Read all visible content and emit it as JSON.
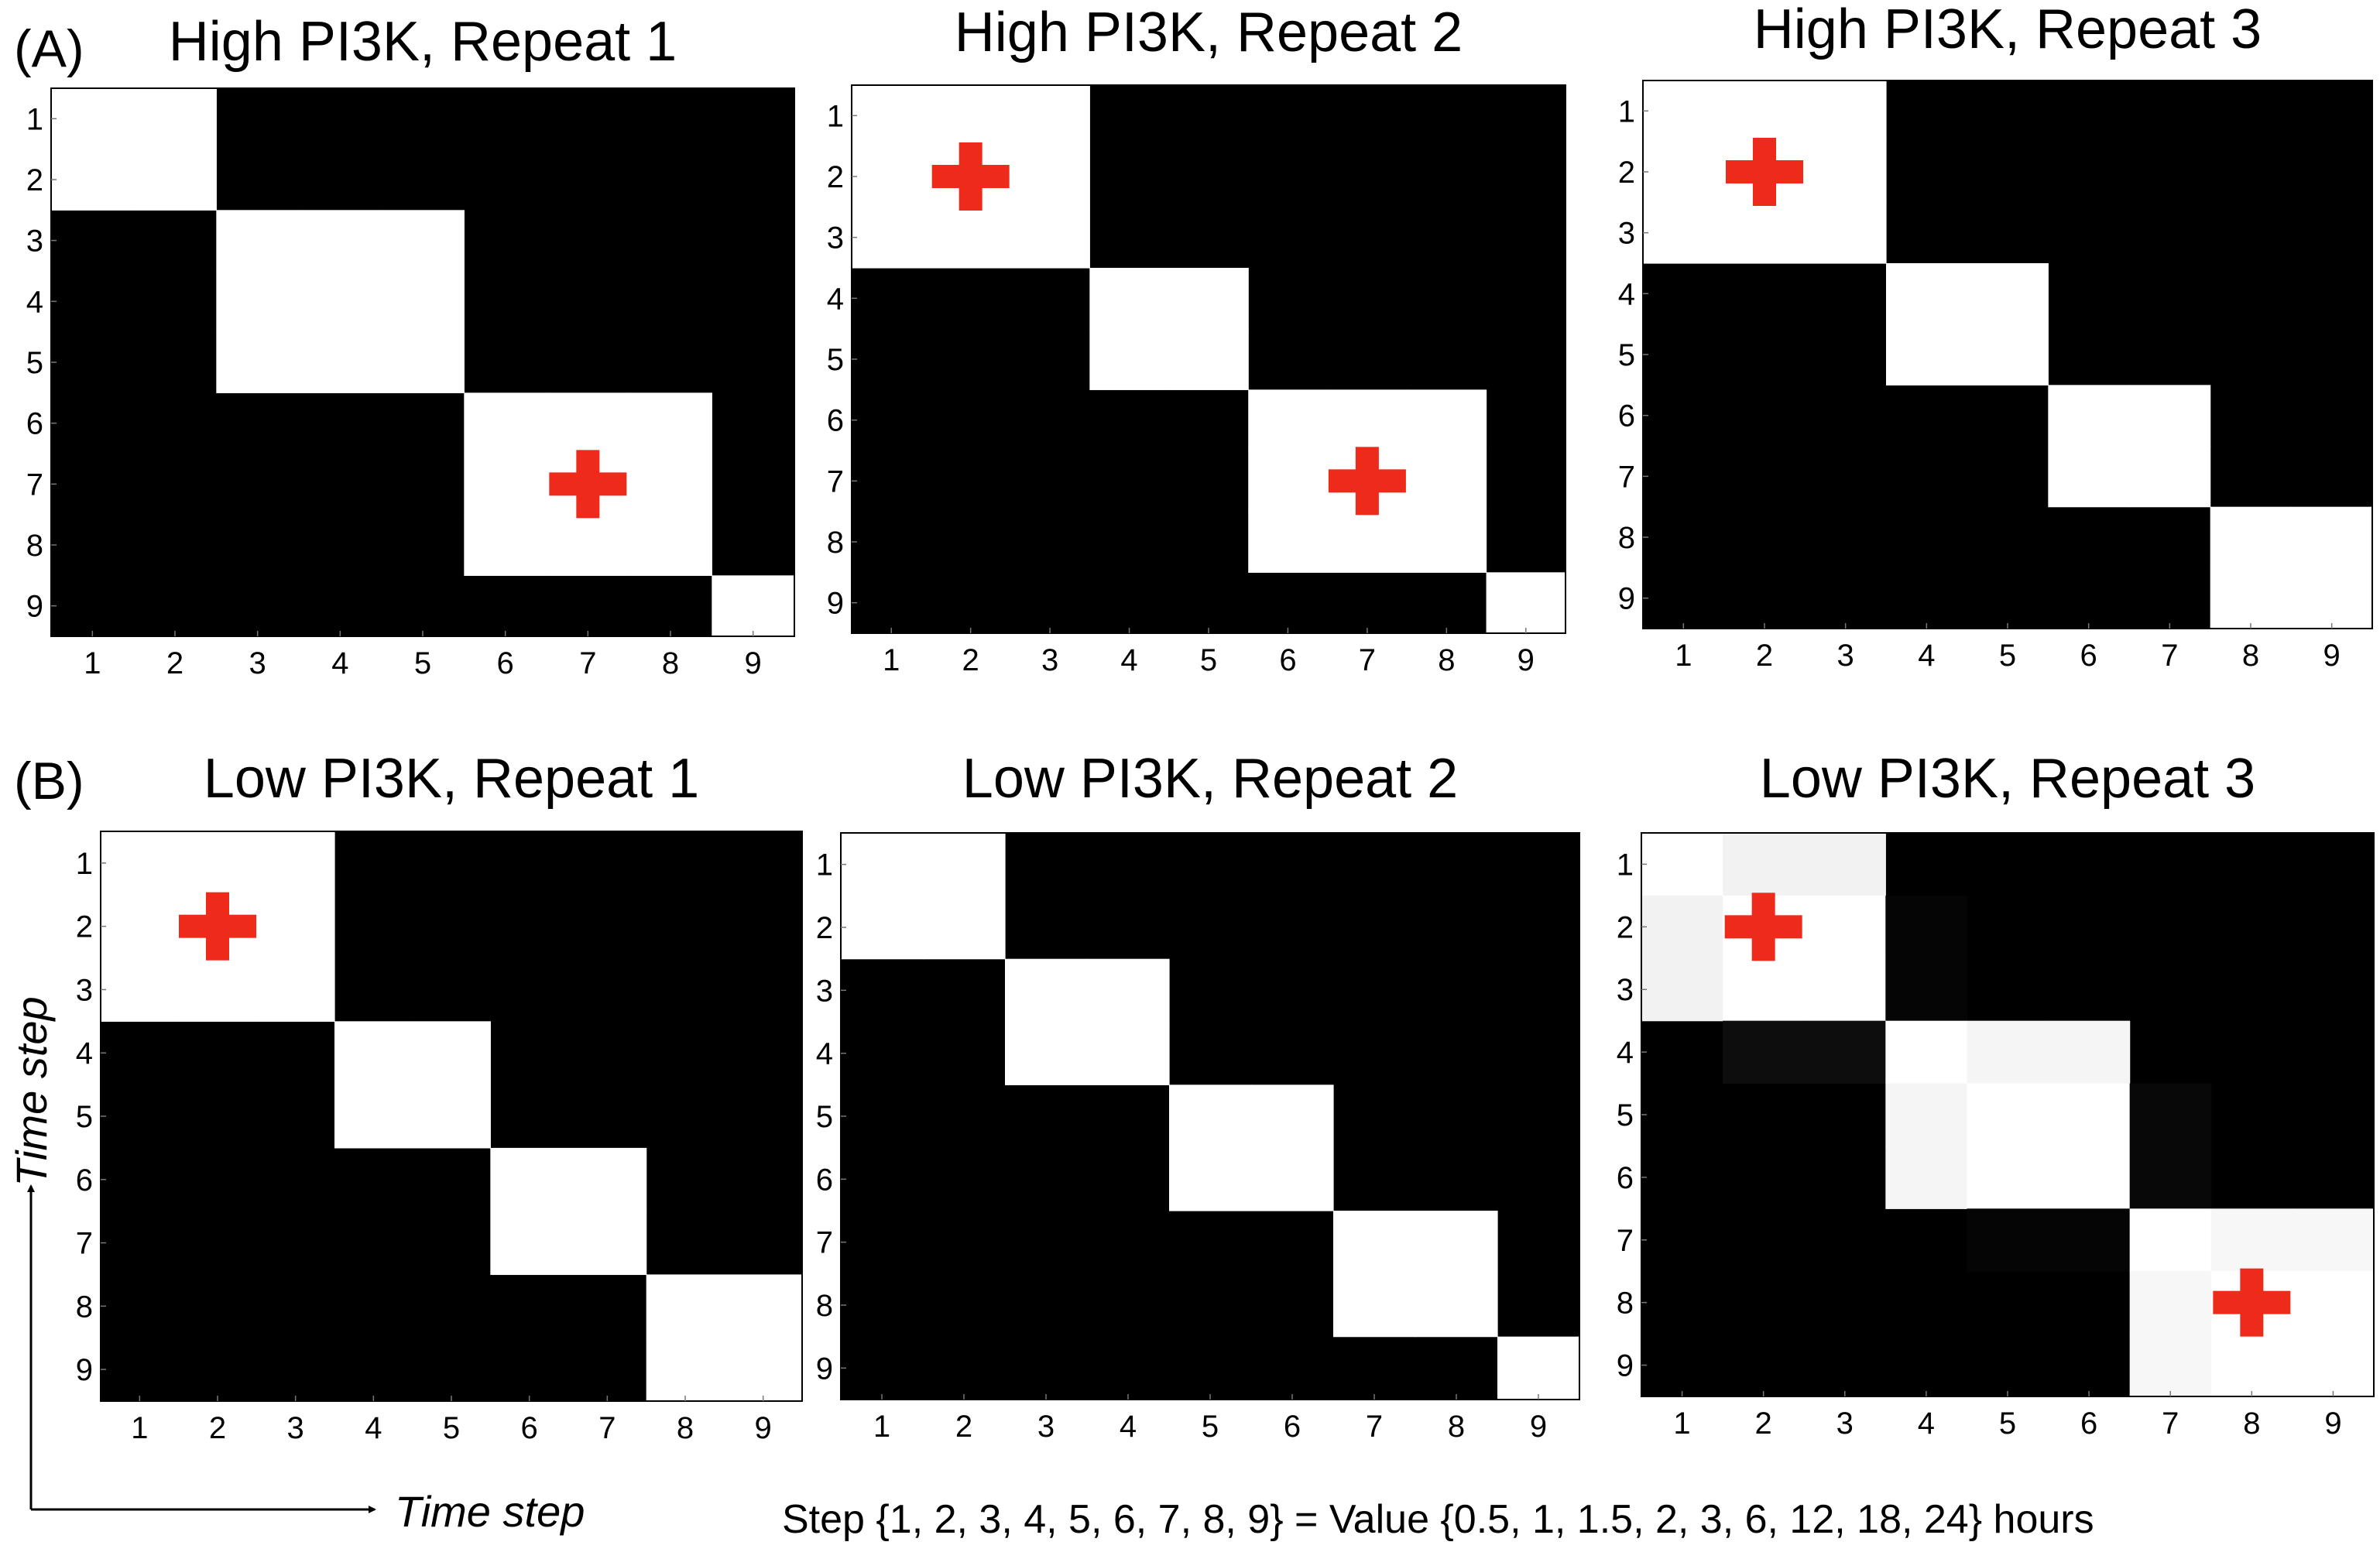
{
  "figure": {
    "panel_labels": [
      "(A)",
      "(B)"
    ],
    "x_axis_label": "Time step",
    "y_axis_label": "Time step",
    "footnote": "Step {1, 2, 3, 4, 5, 6, 7, 8, 9} = Value {0.5, 1, 1.5, 2, 3, 6, 12, 18, 24} hours",
    "colors": {
      "matrix_black": "#000000",
      "matrix_white": "#ffffff",
      "plus_marker": "#ee2b1b"
    }
  },
  "chart_data": [
    {
      "type": "heatmap",
      "title": "High PI3K, Repeat 1",
      "x": [
        1,
        2,
        3,
        4,
        5,
        6,
        7,
        8,
        9
      ],
      "y": [
        1,
        2,
        3,
        4,
        5,
        6,
        7,
        8,
        9
      ],
      "clusters": [
        [
          1,
          2
        ],
        [
          3,
          4,
          5
        ],
        [
          6,
          7,
          8
        ],
        [
          9
        ]
      ],
      "values": [
        [
          1,
          1,
          0,
          0,
          0,
          0,
          0,
          0,
          0
        ],
        [
          1,
          1,
          0,
          0,
          0,
          0,
          0,
          0,
          0
        ],
        [
          0,
          0,
          1,
          1,
          1,
          0,
          0,
          0,
          0
        ],
        [
          0,
          0,
          1,
          1,
          1,
          0,
          0,
          0,
          0
        ],
        [
          0,
          0,
          1,
          1,
          1,
          0,
          0,
          0,
          0
        ],
        [
          0,
          0,
          0,
          0,
          0,
          1,
          1,
          1,
          0
        ],
        [
          0,
          0,
          0,
          0,
          0,
          1,
          1,
          1,
          0
        ],
        [
          0,
          0,
          0,
          0,
          0,
          1,
          1,
          1,
          0
        ],
        [
          0,
          0,
          0,
          0,
          0,
          0,
          0,
          0,
          1
        ]
      ],
      "markers": [
        {
          "symbol": "+",
          "x": 7,
          "y": 7
        }
      ]
    },
    {
      "type": "heatmap",
      "title": "High PI3K, Repeat 2",
      "x": [
        1,
        2,
        3,
        4,
        5,
        6,
        7,
        8,
        9
      ],
      "y": [
        1,
        2,
        3,
        4,
        5,
        6,
        7,
        8,
        9
      ],
      "clusters": [
        [
          1,
          2,
          3
        ],
        [
          4,
          5
        ],
        [
          6,
          7,
          8
        ],
        [
          9
        ]
      ],
      "values": [
        [
          1,
          1,
          1,
          0,
          0,
          0,
          0,
          0,
          0
        ],
        [
          1,
          1,
          1,
          0,
          0,
          0,
          0,
          0,
          0
        ],
        [
          1,
          1,
          1,
          0,
          0,
          0,
          0,
          0,
          0
        ],
        [
          0,
          0,
          0,
          1,
          1,
          0,
          0,
          0,
          0
        ],
        [
          0,
          0,
          0,
          1,
          1,
          0,
          0,
          0,
          0
        ],
        [
          0,
          0,
          0,
          0,
          0,
          1,
          1,
          1,
          0
        ],
        [
          0,
          0,
          0,
          0,
          0,
          1,
          1,
          1,
          0
        ],
        [
          0,
          0,
          0,
          0,
          0,
          1,
          1,
          1,
          0
        ],
        [
          0,
          0,
          0,
          0,
          0,
          0,
          0,
          0,
          1
        ]
      ],
      "markers": [
        {
          "symbol": "+",
          "x": 2,
          "y": 2
        },
        {
          "symbol": "+",
          "x": 7,
          "y": 7
        }
      ]
    },
    {
      "type": "heatmap",
      "title": "High PI3K, Repeat 3",
      "x": [
        1,
        2,
        3,
        4,
        5,
        6,
        7,
        8,
        9
      ],
      "y": [
        1,
        2,
        3,
        4,
        5,
        6,
        7,
        8,
        9
      ],
      "clusters": [
        [
          1,
          2,
          3
        ],
        [
          4,
          5
        ],
        [
          6,
          7
        ],
        [
          8,
          9
        ]
      ],
      "values": [
        [
          1,
          1,
          1,
          0,
          0,
          0,
          0,
          0,
          0
        ],
        [
          1,
          1,
          1,
          0,
          0,
          0,
          0,
          0,
          0
        ],
        [
          1,
          1,
          1,
          0,
          0,
          0,
          0,
          0,
          0
        ],
        [
          0,
          0,
          0,
          1,
          1,
          0,
          0,
          0,
          0
        ],
        [
          0,
          0,
          0,
          1,
          1,
          0,
          0,
          0,
          0
        ],
        [
          0,
          0,
          0,
          0,
          0,
          1,
          1,
          0,
          0
        ],
        [
          0,
          0,
          0,
          0,
          0,
          1,
          1,
          0,
          0
        ],
        [
          0,
          0,
          0,
          0,
          0,
          0,
          0,
          1,
          1
        ],
        [
          0,
          0,
          0,
          0,
          0,
          0,
          0,
          1,
          1
        ]
      ],
      "markers": [
        {
          "symbol": "+",
          "x": 2,
          "y": 2
        }
      ]
    },
    {
      "type": "heatmap",
      "title": "Low PI3K, Repeat 1",
      "x": [
        1,
        2,
        3,
        4,
        5,
        6,
        7,
        8,
        9
      ],
      "y": [
        1,
        2,
        3,
        4,
        5,
        6,
        7,
        8,
        9
      ],
      "clusters": [
        [
          1,
          2,
          3
        ],
        [
          4,
          5
        ],
        [
          6,
          7
        ],
        [
          8,
          9
        ]
      ],
      "values": [
        [
          1,
          1,
          1,
          0,
          0,
          0,
          0,
          0,
          0
        ],
        [
          1,
          1,
          1,
          0,
          0,
          0,
          0,
          0,
          0
        ],
        [
          1,
          1,
          1,
          0,
          0,
          0,
          0,
          0,
          0
        ],
        [
          0,
          0,
          0,
          1,
          1,
          0,
          0,
          0,
          0
        ],
        [
          0,
          0,
          0,
          1,
          1,
          0,
          0,
          0,
          0
        ],
        [
          0,
          0,
          0,
          0,
          0,
          1,
          1,
          0,
          0
        ],
        [
          0,
          0,
          0,
          0,
          0,
          1,
          1,
          0,
          0
        ],
        [
          0,
          0,
          0,
          0,
          0,
          0,
          0,
          1,
          1
        ],
        [
          0,
          0,
          0,
          0,
          0,
          0,
          0,
          1,
          1
        ]
      ],
      "markers": [
        {
          "symbol": "+",
          "x": 2,
          "y": 2
        }
      ]
    },
    {
      "type": "heatmap",
      "title": "Low PI3K, Repeat 2",
      "x": [
        1,
        2,
        3,
        4,
        5,
        6,
        7,
        8,
        9
      ],
      "y": [
        1,
        2,
        3,
        4,
        5,
        6,
        7,
        8,
        9
      ],
      "clusters": [
        [
          1,
          2
        ],
        [
          3,
          4
        ],
        [
          5,
          6
        ],
        [
          7,
          8
        ],
        [
          9
        ]
      ],
      "values": [
        [
          1,
          1,
          0,
          0,
          0,
          0,
          0,
          0,
          0
        ],
        [
          1,
          1,
          0,
          0,
          0,
          0,
          0,
          0,
          0
        ],
        [
          0,
          0,
          1,
          1,
          0,
          0,
          0,
          0,
          0
        ],
        [
          0,
          0,
          1,
          1,
          0,
          0,
          0,
          0,
          0
        ],
        [
          0,
          0,
          0,
          0,
          1,
          1,
          0,
          0,
          0
        ],
        [
          0,
          0,
          0,
          0,
          1,
          1,
          0,
          0,
          0
        ],
        [
          0,
          0,
          0,
          0,
          0,
          0,
          1,
          1,
          0
        ],
        [
          0,
          0,
          0,
          0,
          0,
          0,
          1,
          1,
          0
        ],
        [
          0,
          0,
          0,
          0,
          0,
          0,
          0,
          0,
          1
        ]
      ],
      "markers": []
    },
    {
      "type": "heatmap",
      "title": "Low PI3K, Repeat 3",
      "x": [
        1,
        2,
        3,
        4,
        5,
        6,
        7,
        8,
        9
      ],
      "y": [
        1,
        2,
        3,
        4,
        5,
        6,
        7,
        8,
        9
      ],
      "clusters": [
        [
          1,
          2,
          3
        ],
        [
          4,
          5,
          6
        ],
        [
          7,
          8,
          9
        ]
      ],
      "values": [
        [
          1,
          0.95,
          0.95,
          0,
          0,
          0,
          0,
          0,
          0
        ],
        [
          0.95,
          1,
          1,
          0.02,
          0,
          0,
          0,
          0,
          0
        ],
        [
          0.95,
          1,
          1,
          0.02,
          0,
          0,
          0,
          0,
          0
        ],
        [
          0,
          0.05,
          0.05,
          1,
          0.96,
          0.96,
          0,
          0,
          0
        ],
        [
          0,
          0,
          0,
          0.96,
          1,
          1,
          0.03,
          0,
          0
        ],
        [
          0,
          0,
          0,
          0.96,
          1,
          1,
          0.03,
          0,
          0
        ],
        [
          0,
          0,
          0,
          0,
          0.02,
          0.02,
          1,
          0.97,
          0.97
        ],
        [
          0,
          0,
          0,
          0,
          0,
          0,
          0.97,
          1,
          1
        ],
        [
          0,
          0,
          0,
          0,
          0,
          0,
          0.97,
          1,
          1
        ]
      ],
      "markers": [
        {
          "symbol": "+",
          "x": 2,
          "y": 2
        },
        {
          "symbol": "+",
          "x": 8,
          "y": 8
        }
      ]
    }
  ]
}
